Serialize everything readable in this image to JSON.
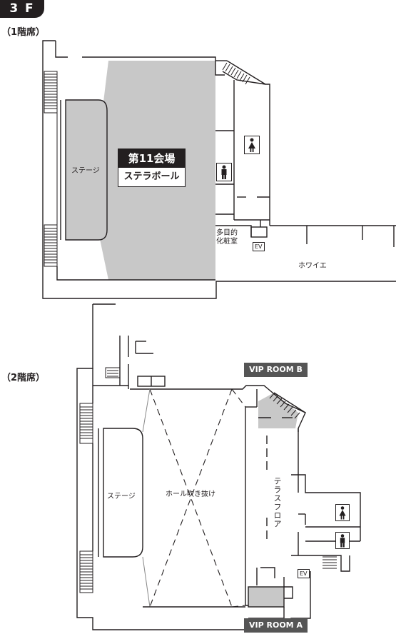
{
  "floor": {
    "badge": "3 F"
  },
  "levels": {
    "first": {
      "label": "（1階席）"
    },
    "second": {
      "label": "（2階席）"
    }
  },
  "hall": {
    "name": "第11会場",
    "subtitle": "ステラボール"
  },
  "rooms": {
    "stage_1f": "ステージ",
    "stage_2f": "ステージ",
    "multipurpose_line1": "多目的",
    "multipurpose_line2": "化粧室",
    "foyer": "ホワイエ",
    "atrium": "ホール吹き抜け",
    "terrace_floor": "テラスフロア",
    "vip_b": "VIP ROOM B",
    "vip_a": "VIP ROOM A",
    "ev_1f": "EV",
    "ev_2f": "EV"
  },
  "icons": {
    "restroom_female_1f": "female-restroom-icon",
    "restroom_male_1f": "male-restroom-icon",
    "restroom_female_2f": "female-restroom-icon",
    "restroom_male_2f": "male-restroom-icon"
  },
  "colors": {
    "badge": "#231f20",
    "seating": "#c8c8c8",
    "tag": "#555555",
    "line": "#231f20"
  }
}
